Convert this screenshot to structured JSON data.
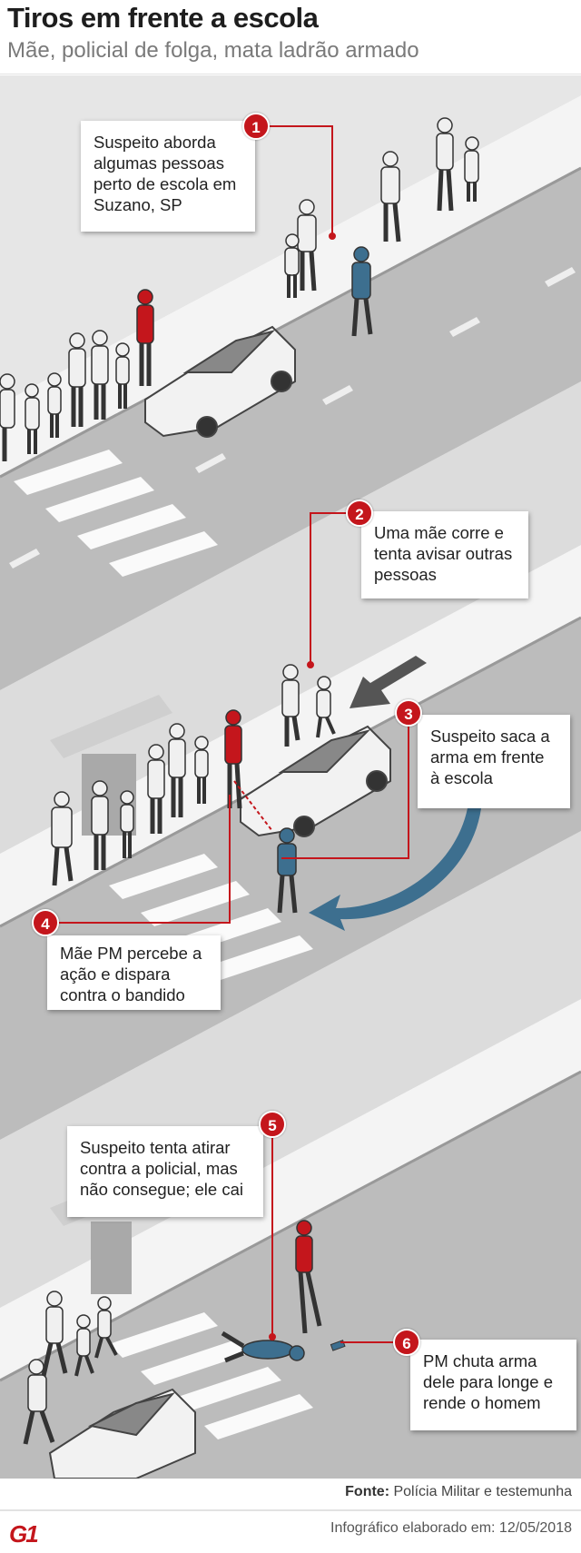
{
  "header": {
    "title": "Tiros em frente a escola",
    "subtitle": "Mãe, policial de folga, mata ladrão armado"
  },
  "steps": [
    {
      "number": "1",
      "text": "Suspeito aborda algumas pessoas perto de escola em Suzano, SP"
    },
    {
      "number": "2",
      "text": "Uma mãe corre e tenta avisar outras pessoas"
    },
    {
      "number": "3",
      "text": "Suspeito saca a arma em frente à escola"
    },
    {
      "number": "4",
      "text": "Mãe PM percebe a ação e dispara contra o bandido"
    },
    {
      "number": "5",
      "text": "Suspeito tenta atirar contra a policial, mas não consegue; ele cai"
    },
    {
      "number": "6",
      "text": "PM chuta arma dele para longe e rende o homem"
    }
  ],
  "footer": {
    "source_label": "Fonte:",
    "source": "Polícia Militar e testemunha",
    "date": "Infográfico elaborado em: 12/05/2018",
    "logo": "G1"
  },
  "colors": {
    "accent": "#c4161c",
    "suspect": "#3d6f8f",
    "road": "#b9b9b9",
    "sidewalk": "#f2f2f2"
  }
}
